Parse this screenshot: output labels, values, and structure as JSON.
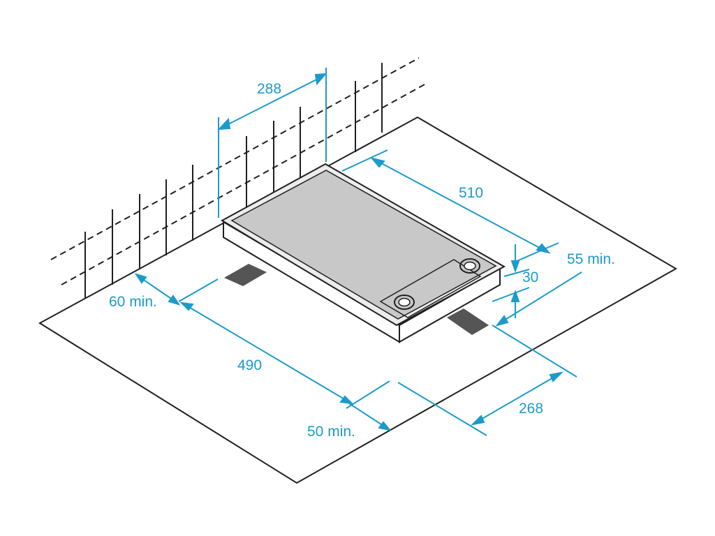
{
  "colors": {
    "dimension": "#1a9bc9",
    "outline": "#1f1f1f",
    "glass": "#c8c8c8",
    "glass_edge": "#e6e6e6",
    "cutout_shadow": "#555555"
  },
  "dimensions": {
    "wall_gap": "288",
    "hob_depth": "510",
    "front_clearance": "55 min.",
    "hob_height": "30",
    "back_clearance": "60 min.",
    "cutout_depth": "490",
    "side_clearance": "50 min.",
    "cutout_width": "268"
  }
}
